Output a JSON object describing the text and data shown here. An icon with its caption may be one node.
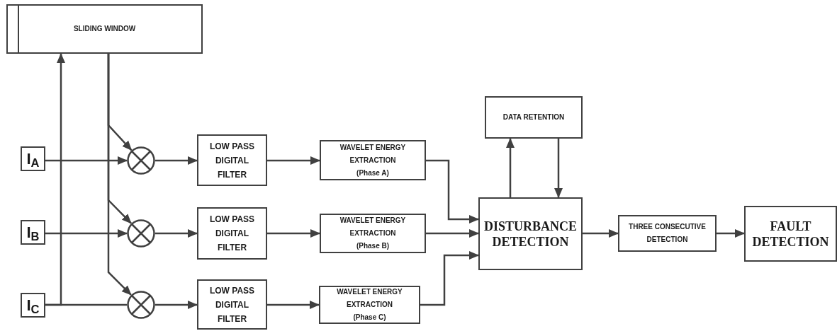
{
  "diagram": {
    "nodes": [
      {
        "text": [
          "SLIDING WINDOW"
        ]
      },
      {
        "text": [
          "I$_{A}$"
        ]
      },
      {
        "text": [
          "I$_{B}$"
        ]
      },
      {
        "text": [
          "I$_{C}$"
        ]
      },
      {
        "text": [],
        "shape": "circle"
      },
      {
        "text": [],
        "shape": "circle"
      },
      {
        "text": [],
        "shape": "circle"
      },
      {
        "text": [
          "LOW PASS DIGITAL FILTER"
        ]
      },
      {
        "text": [
          "LOW PASS DIGITAL FILTER"
        ]
      },
      {
        "text": [
          "LOW PASS DIGITAL FILTER"
        ]
      },
      {
        "text": [
          "WAVELET ENERGY EXTRACTION",
          "(Phase A)"
        ]
      },
      {
        "text": [
          "WAVELET ENERGY EXTRACTION",
          "(Phase B)"
        ]
      },
      {
        "text": [
          "WAVELET ENERGY EXTRACTION",
          "(Phase C)"
        ]
      },
      {
        "text": [
          "DATA RETENTION"
        ]
      },
      {
        "text": [
          "DISTURBANCE DETECTION"
        ]
      },
      {
        "text": [
          "THREE CONSECUTIVE DETECTION"
        ]
      },
      {
        "text": [
          "FAULT DETECTION"
        ]
      }
    ],
    "edges": [
      {
        "from": 1,
        "to": 4,
        "arrow": "to"
      },
      {
        "from": 2,
        "to": 5,
        "arrow": "to"
      },
      {
        "from": 3,
        "to": 6,
        "arrow": "none"
      },
      {
        "from": 3,
        "to": 0,
        "arrow": "to"
      },
      {
        "from": 0,
        "to": 4,
        "arrow": "to"
      },
      {
        "from": 0,
        "to": 5,
        "arrow": "to"
      },
      {
        "from": 0,
        "to": 6,
        "arrow": "to"
      },
      {
        "from": 4,
        "to": 7,
        "arrow": "to"
      },
      {
        "from": 5,
        "to": 8,
        "arrow": "to"
      },
      {
        "from": 6,
        "to": 9,
        "arrow": "to"
      },
      {
        "from": 7,
        "to": 10,
        "arrow": "to"
      },
      {
        "from": 8,
        "to": 11,
        "arrow": "to"
      },
      {
        "from": 9,
        "to": 12,
        "arrow": "to"
      },
      {
        "from": 10,
        "to": 14,
        "arrow": "to"
      },
      {
        "from": 11,
        "to": 14,
        "arrow": "to"
      },
      {
        "from": 12,
        "to": 14,
        "arrow": "to"
      },
      {
        "from": 14,
        "to": 13,
        "arrow": "to"
      },
      {
        "from": 13,
        "to": 14,
        "arrow": "to"
      },
      {
        "from": 14,
        "to": 15,
        "arrow": "to"
      },
      {
        "from": 15,
        "to": 16,
        "arrow": "to"
      }
    ]
  }
}
